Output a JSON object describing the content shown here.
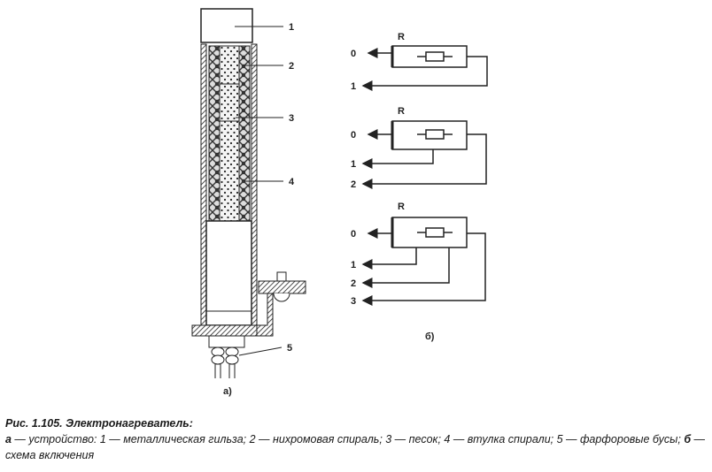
{
  "figure_a": {
    "labels": [
      "1",
      "2",
      "3",
      "4",
      "5"
    ],
    "sub_label": "а)"
  },
  "figure_b": {
    "sub_label": "б)",
    "schemes": [
      {
        "resistor": "R",
        "terminals": [
          "0",
          "1"
        ]
      },
      {
        "resistor": "R",
        "terminals": [
          "0",
          "1",
          "2"
        ]
      },
      {
        "resistor": "R",
        "terminals": [
          "0",
          "1",
          "2",
          "3"
        ]
      }
    ]
  },
  "caption": {
    "title": "Рис. 1.105. Электронагреватель:",
    "a_key": "а",
    "a_text": " — устройство: 1 — металлическая гильза; 2 — нихромовая спираль; 3 — песок; 4 — втулка спирали; 5 — фарфоровые бусы; ",
    "b_key": "б",
    "b_text": " — схема включения"
  }
}
